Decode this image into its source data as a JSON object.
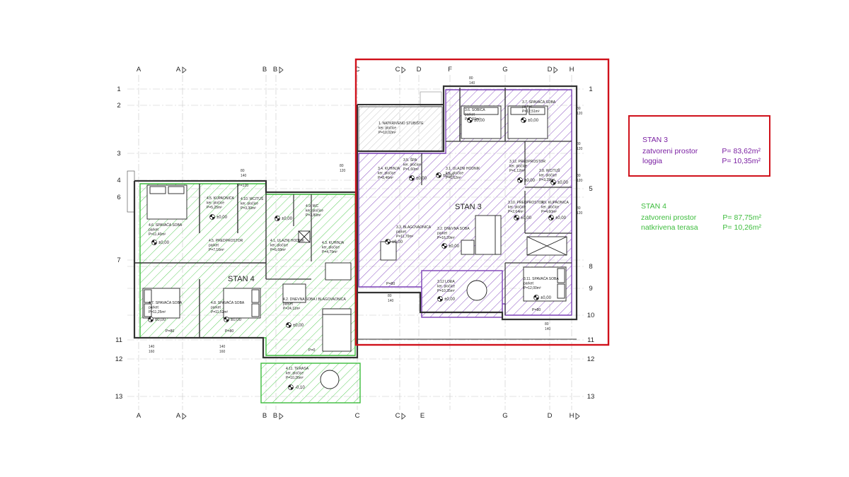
{
  "grid": {
    "columns_top": [
      "A",
      "A",
      "B",
      "B",
      "C",
      "C",
      "D",
      "F",
      "G",
      "D",
      "H"
    ],
    "columns_bottom": [
      "A",
      "A",
      "B",
      "B",
      "C",
      "C",
      "E",
      "G",
      "D",
      "H"
    ],
    "rows_left": [
      "1",
      "2",
      "3",
      "4",
      "6",
      "7",
      "11",
      "12",
      "13"
    ],
    "rows_right": [
      "1",
      "5",
      "8",
      "9",
      "10",
      "11",
      "12",
      "13"
    ]
  },
  "apartments": {
    "stan3": {
      "label": "STAN 3",
      "color": "#7a1fa2",
      "rooms": [
        {
          "name": "3.6. SOBICA",
          "floor": "parket",
          "area": "P=9,59m²"
        },
        {
          "name": "3.7. SPAVAĆA SOBA",
          "floor": "parket",
          "area": "P=12,51m²"
        },
        {
          "name": "3.4. KUHINJA",
          "floor": "ker. pločice",
          "area": "P=8,46m²"
        },
        {
          "name": "3.5. ŠPA",
          "floor": "ker. pločice",
          "area": "P=1,60m²"
        },
        {
          "name": "3.1. ULAZNI HODNIK",
          "floor": "ker. pločice",
          "area": "P=6,62m²"
        },
        {
          "name": "3.12. PREDPROSTOR",
          "floor": "ker. pločice",
          "area": "P=1,12m²"
        },
        {
          "name": "3.8. WC/TUŠ",
          "floor": "ker. pločice",
          "area": "P=3,29m²"
        },
        {
          "name": "3.10. PREDPROSTOR",
          "floor": "ker. pločice",
          "area": "P=2,64m²"
        },
        {
          "name": "3.9. KUPAONICA",
          "floor": "ker. pločice",
          "area": "P=4,60m²"
        },
        {
          "name": "3.3. BLAGOVAONICA",
          "floor": "parket",
          "area": "P=11,70m²"
        },
        {
          "name": "3.2. DNEVNA SOBA",
          "floor": "parket",
          "area": "P=16,20m²"
        },
        {
          "name": "3.12 LOĐA",
          "floor": "ker. pločice",
          "area": "P=10,35m²"
        },
        {
          "name": "3.11. SPAVAĆA SOBA",
          "floor": "parket",
          "area": "P=12,00m²"
        }
      ]
    },
    "stan4": {
      "label": "STAN 4",
      "color": "#3cbc3c",
      "rooms": [
        {
          "name": "4.5. KUPAONICA",
          "floor": "ker. pločice",
          "area": "P=5,25m²"
        },
        {
          "name": "4.10. WC/TUŠ",
          "floor": "ker. pločice",
          "area": "P=3,30m²"
        },
        {
          "name": "4.9. WC",
          "floor": "ker. pločice",
          "area": "P=3,80m²"
        },
        {
          "name": "4.6. SPAVAĆA SOBA",
          "floor": "parket",
          "area": "P=11,40m²"
        },
        {
          "name": "4.5. PREDPROSTOR",
          "floor": "parket",
          "area": "P=7,16m²"
        },
        {
          "name": "4.1. ULAZNI HODNIK",
          "floor": "ker. pločice",
          "area": "P=5,68m²"
        },
        {
          "name": "4.3. KUHINJA",
          "floor": "ker. pločice",
          "area": "P=4,79m²"
        },
        {
          "name": "4.7. SPAVAĆA SOBA",
          "floor": "parket",
          "area": "P=11,25m²"
        },
        {
          "name": "4.8. SPAVAĆA SOBA",
          "floor": "parket",
          "area": "P=11,52m²"
        },
        {
          "name": "4.2. DNEVNA SOBA I BLAGOVAONICA",
          "floor": "parket",
          "area": "P=24,11m²"
        },
        {
          "name": "4.11. TERASA",
          "floor": "ker. pločice",
          "area": "P=10,26m²"
        }
      ]
    },
    "common": [
      {
        "name": "1. NATKRIVENO STUBIŠTE",
        "floor": "ker. pločice",
        "area": "P=10,02m²"
      }
    ]
  },
  "levels": {
    "main": "±0,00",
    "terrace": "-0,10"
  },
  "parapets": [
    "P=120",
    "P=80",
    "P=80",
    "P=80",
    "P=0",
    "P=80"
  ],
  "legend": {
    "stan3": {
      "title": "STAN 3",
      "row1_label": "zatvoreni prostor",
      "row1_value": "P= 83,62m²",
      "row2_label": "loggia",
      "row2_value": "P= 10,35m²",
      "color": "#7a1fa2",
      "frame_color": "#d0111b"
    },
    "stan4": {
      "title": "STAN 4",
      "row1_label": "zatvoreni prostor",
      "row1_value": "P= 87,75m²",
      "row2_label": "natkrivena terasa",
      "row2_value": "P= 10,26m²",
      "color": "#3cbc3c"
    }
  }
}
